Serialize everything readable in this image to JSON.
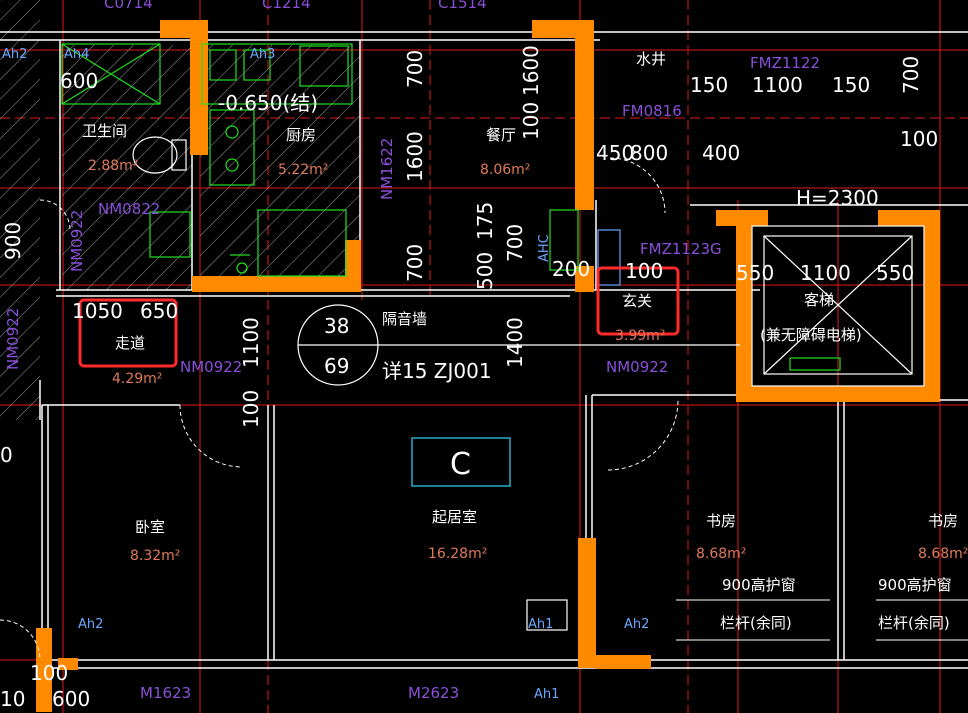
{
  "colors": {
    "background": "#000000",
    "wall": "#ff8a00",
    "wall_line": "#ffffff",
    "axis_red": "#e01818",
    "fixture_green": "#20e020",
    "door_purple": "#8a4fd8",
    "area_salmon": "#e07a5a",
    "cyan": "#2fd8ff",
    "highlight": "#ff2a2a"
  },
  "rooms": {
    "toilet": {
      "name": "卫生间",
      "area": "2.88m²"
    },
    "kitchen": {
      "name": "厨房",
      "area": "5.22m²",
      "level": "-0.650(结)"
    },
    "dining": {
      "name": "餐厅",
      "area": "8.06m²"
    },
    "corridor": {
      "name": "走道",
      "area": "4.29m²"
    },
    "foyer": {
      "name": "玄关",
      "area": "3.99m²"
    },
    "bedroom": {
      "name": "卧室",
      "area": "8.32m²"
    },
    "living": {
      "name": "起居室",
      "area": "16.28m²"
    },
    "study1": {
      "name": "书房",
      "area": "8.68m²"
    },
    "study2": {
      "name": "书房",
      "area": "8.68m²"
    },
    "elevator": {
      "name": "客梯",
      "note": "(兼无障碍电梯)",
      "height": "H=2300"
    },
    "shaft": {
      "name": "水井"
    }
  },
  "labels": {
    "soundproof_wall": "隔音墙",
    "detail_ref": "详15 ZJ001",
    "circle_top": "38",
    "circle_bottom": "69",
    "unit_tag": "C",
    "guardrail_1a": "900高护窗",
    "guardrail_1b": "栏杆(余同)",
    "guardrail_2a": "900高护窗",
    "guardrail_2b": "栏杆(余同)"
  },
  "door_codes": {
    "nm0822": "NM0822",
    "nm0922_left": "NM0922",
    "nm0922_lower": "NM0922",
    "nm0922_mid": "NM0922",
    "nm0922_foyer": "NM0922",
    "nm1622": "NM1622",
    "fmz1122": "FMZ1122",
    "fmz1123g": "FMZ1123G",
    "fm0816": "FM0816",
    "m1623": "M1623",
    "m2623": "M2623",
    "c1214": "C1214",
    "c1214b": "C1514",
    "c0714": "C0714"
  },
  "tags": {
    "ah4": "Ah4",
    "ah3": "Ah3",
    "ah2_left_top": "Ah2",
    "ah2_bottom_left": "Ah2",
    "ah2_bottom_right": "Ah2",
    "ah1_living": "Ah1",
    "ah1_bottom": "Ah1",
    "ahc": "AHC"
  },
  "dimensions": {
    "d600_left": "600",
    "d1050": "1050",
    "d650": "650",
    "d1100_corr": "1100",
    "d100_door": "100",
    "d700_a": "700",
    "d1600_a": "1600",
    "d700_b": "700",
    "d1600_b": "1600",
    "d100_b": "100",
    "d500": "500",
    "d175": "175",
    "d700_c": "700",
    "d200": "200",
    "d1400": "1400",
    "d100_c": "100",
    "d450": "450",
    "d800": "800",
    "d400": "400",
    "d150_a": "150",
    "d1100_top": "1100",
    "d150_b": "150",
    "d700_right": "700",
    "d100_right": "100",
    "d550_a": "550",
    "d1100_elev": "1100",
    "d550_b": "550",
    "d100_bottom": "100",
    "d600_bottom": "600",
    "d10_left": "10",
    "d0_left": "0",
    "d900": "900"
  }
}
